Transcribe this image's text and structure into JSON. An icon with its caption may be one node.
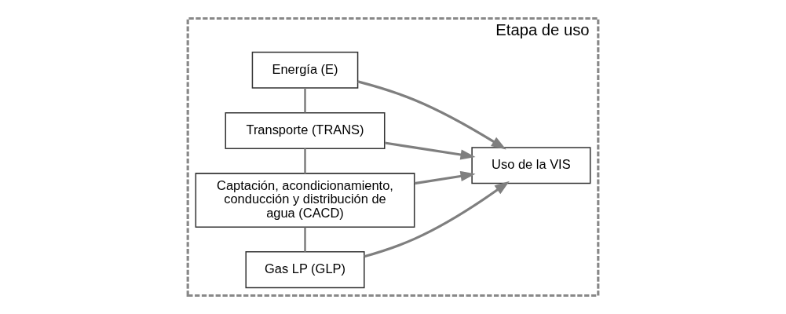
{
  "diagram": {
    "nodes": [
      {
        "text": [
          "Etapa de uso"
        ]
      },
      {
        "text": [
          "Energía (E)"
        ],
        "in": 0
      },
      {
        "text": [
          "Transporte (TRANS)"
        ],
        "in": 0
      },
      {
        "text": [
          "Captación, acondicionamiento, conducción y distribución de agua (CACD)"
        ],
        "in": 0
      },
      {
        "text": [
          "Gas LP (GLP)"
        ],
        "in": 0
      },
      {
        "text": [
          "Uso de la VIS"
        ],
        "in": 0
      }
    ],
    "edges": [
      {
        "from": 1,
        "to": 2,
        "arrow": "none"
      },
      {
        "from": 2,
        "to": 3,
        "arrow": "none"
      },
      {
        "from": 3,
        "to": 4,
        "arrow": "none"
      },
      {
        "from": 1,
        "to": 5,
        "arrow": "to"
      },
      {
        "from": 2,
        "to": 5,
        "arrow": "to"
      },
      {
        "from": 3,
        "to": 5,
        "arrow": "to"
      },
      {
        "from": 4,
        "to": 5,
        "arrow": "to"
      }
    ]
  }
}
